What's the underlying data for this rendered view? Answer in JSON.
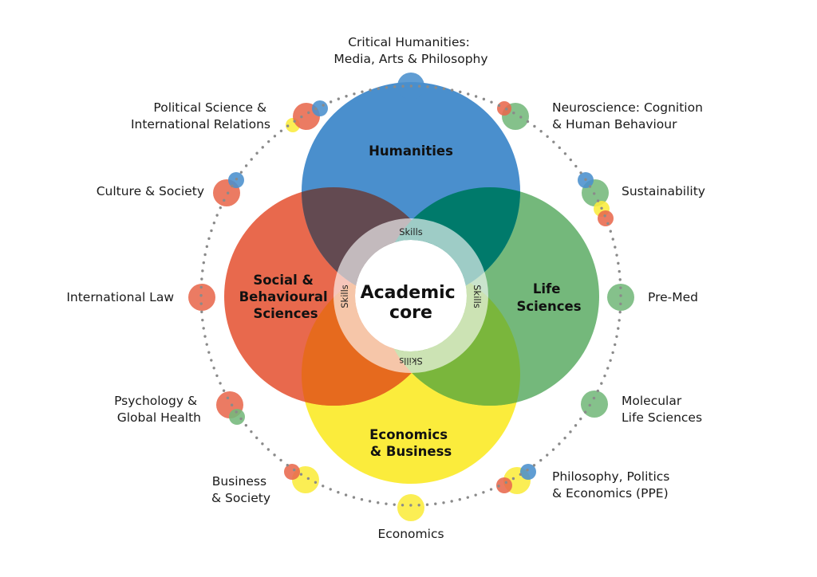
{
  "colors": {
    "humanities": "#4a8fcd",
    "social": "#e8694d",
    "life": "#74b87b",
    "economics": "#fbec3c",
    "hum_social": "#634a51",
    "hum_life": "#007a6b",
    "social_econ": "#e66a1e",
    "life_econ": "#7ab63c",
    "dots": "#8a8a8a"
  },
  "domains": {
    "humanities": "Humanities",
    "social": [
      "Social &",
      "Behavioural",
      "Sciences"
    ],
    "life": [
      "Life",
      "Sciences"
    ],
    "economics": [
      "Economics",
      "& Business"
    ]
  },
  "core": [
    "Academic",
    "core"
  ],
  "skills": "Skills",
  "majors": {
    "critical_humanities": [
      "Critical Humanities:",
      "Media, Arts & Philosophy"
    ],
    "political_science": [
      "Political Science &",
      "International Relations"
    ],
    "neuroscience": [
      "Neuroscience: Cognition",
      "& Human Behaviour"
    ],
    "culture": "Culture & Society",
    "sustainability": "Sustainability",
    "international_law": "International Law",
    "pre_med": "Pre-Med",
    "psychology": [
      "Psychology &",
      "Global Health"
    ],
    "molecular": [
      "Molecular",
      "Life Sciences"
    ],
    "business": [
      "Business",
      "& Society"
    ],
    "ppe": [
      "Philosophy, Politics",
      "& Economics (PPE)"
    ],
    "economics": "Economics"
  }
}
